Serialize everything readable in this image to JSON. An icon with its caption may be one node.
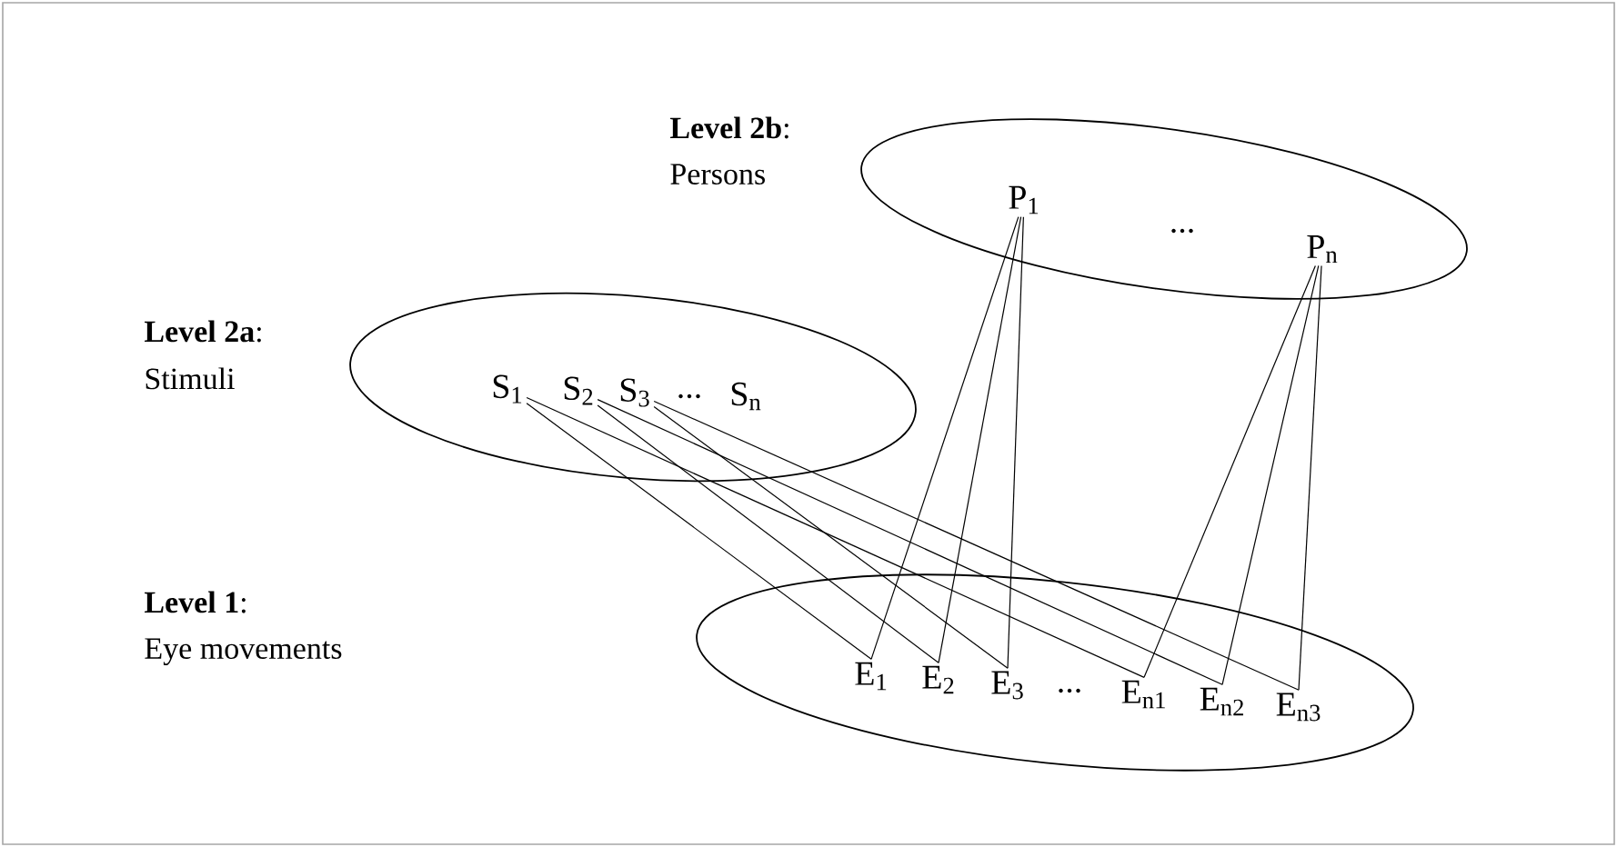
{
  "diagram": {
    "nodes": [
      {
        "text": [],
        "shape": "ellipse"
      },
      {
        "text": [
          "P$_{1}$"
        ],
        "in": 0
      },
      {
        "text": [
          "..."
        ],
        "in": 0
      },
      {
        "text": [
          "P$_{n}$"
        ],
        "in": 0
      },
      {
        "text": [],
        "shape": "ellipse"
      },
      {
        "text": [
          "S$_{1}$"
        ],
        "in": 4
      },
      {
        "text": [
          "S$_{2}$"
        ],
        "in": 4
      },
      {
        "text": [
          "S$_{3}$"
        ],
        "in": 4
      },
      {
        "text": [
          "..."
        ],
        "in": 4
      },
      {
        "text": [
          "S$_{n}$"
        ],
        "in": 4
      },
      {
        "text": [],
        "shape": "ellipse"
      },
      {
        "text": [
          "E$_{1}$"
        ],
        "in": 10
      },
      {
        "text": [
          "E$_{2}$"
        ],
        "in": 10
      },
      {
        "text": [
          "E$_{3}$"
        ],
        "in": 10
      },
      {
        "text": [
          "..."
        ],
        "in": 10
      },
      {
        "text": [
          "E$_{n1}$"
        ],
        "in": 10
      },
      {
        "text": [
          "E$_{n2}$"
        ],
        "in": 10
      },
      {
        "text": [
          "E$_{n3}$"
        ],
        "in": 10
      }
    ],
    "edges": [
      {
        "from": 1,
        "to": 11,
        "arrow": "none"
      },
      {
        "from": 1,
        "to": 12,
        "arrow": "none"
      },
      {
        "from": 1,
        "to": 13,
        "arrow": "none"
      },
      {
        "from": 3,
        "to": 15,
        "arrow": "none"
      },
      {
        "from": 3,
        "to": 16,
        "arrow": "none"
      },
      {
        "from": 3,
        "to": 17,
        "arrow": "none"
      },
      {
        "from": 5,
        "to": 11,
        "arrow": "none"
      },
      {
        "from": 5,
        "to": 15,
        "arrow": "none"
      },
      {
        "from": 6,
        "to": 12,
        "arrow": "none"
      },
      {
        "from": 6,
        "to": 16,
        "arrow": "none"
      },
      {
        "from": 7,
        "to": 13,
        "arrow": "none"
      },
      {
        "from": 7,
        "to": 17,
        "arrow": "none"
      }
    ],
    "labels": [
      "**Level 2b**:",
      "Persons",
      "**Level 2a**:",
      "Stimuli",
      "**Level 1**:",
      "Eye movements"
    ]
  }
}
